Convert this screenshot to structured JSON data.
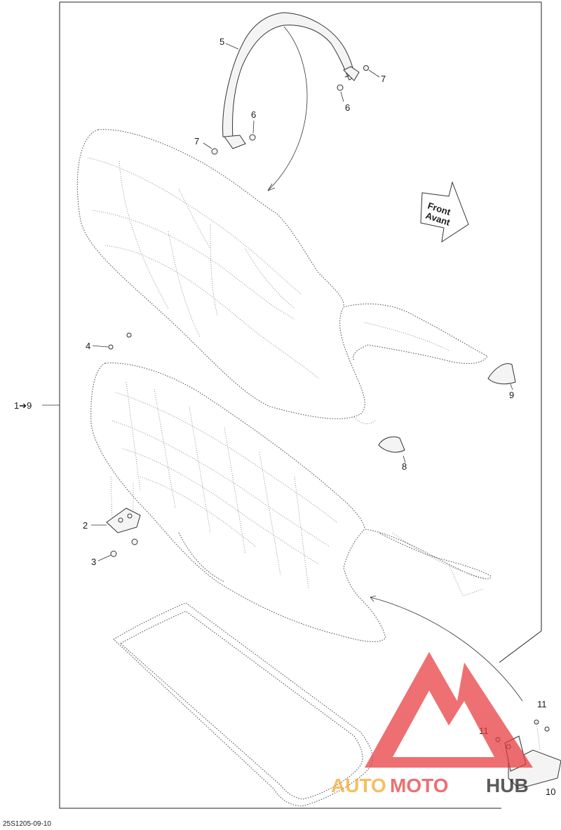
{
  "callouts": {
    "c1": "1➔9",
    "c2": "2",
    "c3": "3",
    "c4": "4",
    "c5": "5",
    "c6a": "6",
    "c6b": "6",
    "c7a": "7",
    "c7b": "7",
    "c8": "8",
    "c9": "9",
    "c10": "10",
    "c11a": "11",
    "c11b": "11"
  },
  "direction_arrow": {
    "line1": "Front",
    "line2": "Avant"
  },
  "drawing_code": "25S1205-09-10",
  "watermark": {
    "part1": "AUTO",
    "part2": "MOTO",
    "part3": "HUB",
    "colors": {
      "red": "#e8393b",
      "orange": "#f5a623",
      "dark": "#1e1e1e"
    }
  }
}
